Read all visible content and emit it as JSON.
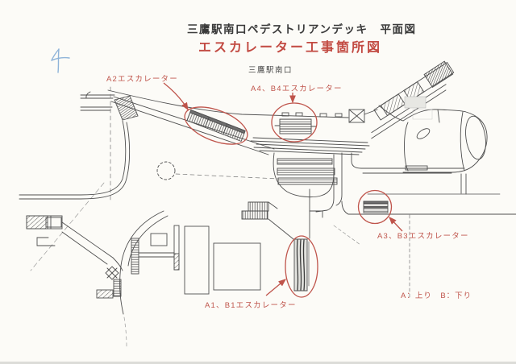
{
  "page": {
    "title": "三鷹駅南口ペデストリアンデッキ　平面図",
    "subtitle": "エスカレーター工事箇所図",
    "map_label": "三鷹駅南口",
    "legend": "A：上り　B：下り",
    "pen_mark": "4"
  },
  "callouts": [
    {
      "id": "a2",
      "label": "A2エスカレーター"
    },
    {
      "id": "a4b4",
      "label": "A4、B4エスカレーター"
    },
    {
      "id": "a3b3",
      "label": "A3、B3エスカレーター"
    },
    {
      "id": "a1b1",
      "label": "A1、B1エスカレーター"
    }
  ],
  "colors": {
    "annotation_red": "#bf544b",
    "ink": "#4f4f4f",
    "pen_blue": "#8fb4d9",
    "paper": "#fcfbf7"
  }
}
